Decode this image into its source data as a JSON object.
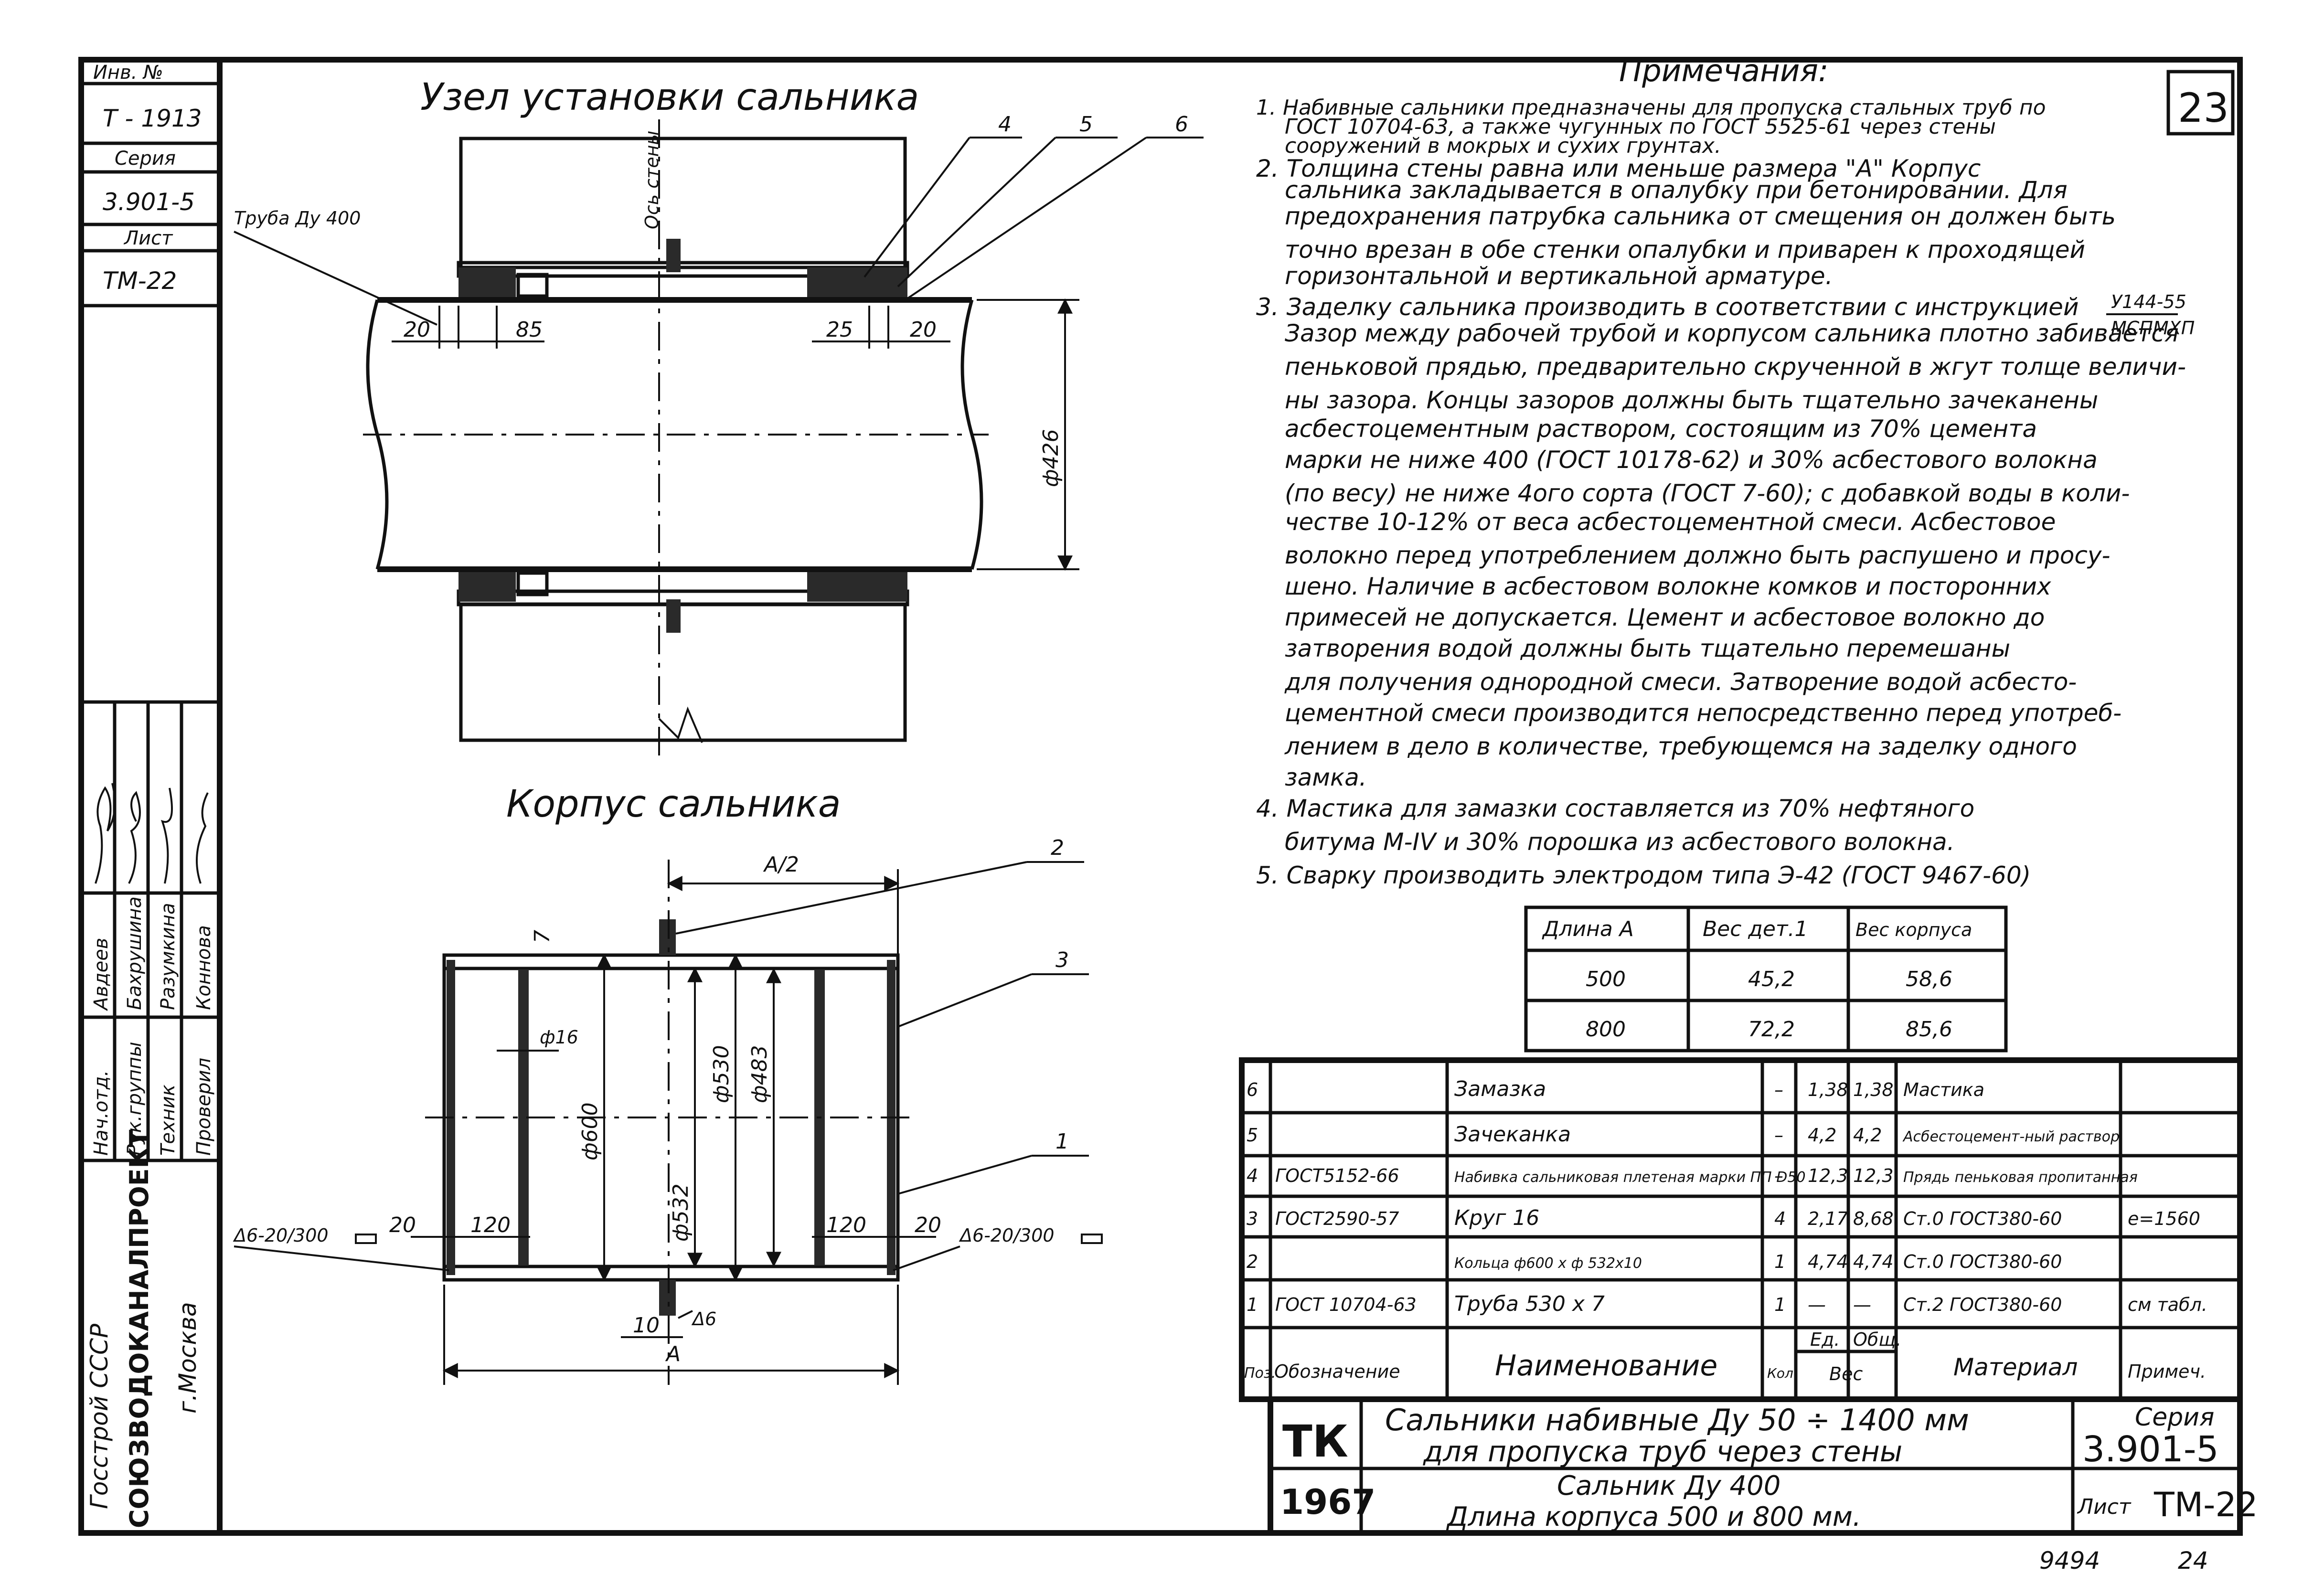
{
  "side_stamp": {
    "inv_label": "Инв. №",
    "inv_value": "Т - 1913",
    "series_label": "Серия",
    "series_value": "3.901-5",
    "sheet_label": "Лист",
    "sheet_value": "ТМ-22",
    "roles": [
      "Нач.отд.",
      "Рук.группы",
      "Техник",
      "Проверил"
    ],
    "names": [
      "Авдеев",
      "Бахрушина",
      "Разумкина",
      "Коннова"
    ],
    "org_line1": "Госстрой СССР",
    "org_line2": "СОЮЗВОДОКАНАЛПРОЕКТ",
    "org_line3": "г.Москва"
  },
  "drawing_top": {
    "title": "Узел установки сальника",
    "pipe_label": "Труба Ду 400",
    "wall_axis_label": "Ось стены",
    "callouts": [
      "4",
      "5",
      "6"
    ],
    "dims": [
      "20",
      "85",
      "25",
      "20"
    ],
    "diameter": "ф426"
  },
  "drawing_bottom": {
    "title": "Корпус сальника",
    "dim_A_half": "А/2",
    "dim_A": "А",
    "dim_7": "7",
    "dim_phi16": "ф16",
    "dim_phi600": "ф600",
    "dim_phi530": "ф530",
    "dim_phi532": "ф532",
    "dim_phi483": "ф483",
    "dims": [
      "20",
      "120",
      "120",
      "20",
      "10"
    ],
    "weld_left": "Δ6-20/300",
    "weld_right": "Δ6-20/300",
    "weld_bottom": "Δ6",
    "callouts": [
      "2",
      "3",
      "1"
    ]
  },
  "notes": {
    "heading": "Примечания:",
    "lines": [
      "1. Набивные сальники предназначены для пропуска стальных труб по",
      "ГОСТ 10704-63, а также чугунных по ГОСТ 5525-61 через стены",
      "сооружений в мокрых и сухих грунтах.",
      "2. Толщина стены равна или меньше размера \"А\" Корпус",
      "сальника закладывается в опалубку при бетонировании. Для",
      "предохранения патрубка сальника от смещения он должен быть",
      "точно врезан в обе стенки опалубки и приварен к проходящей",
      "горизонтальной и вертикальной арматуре.",
      "3. Заделку сальника производить в соответствии с инструкцией",
      "Зазор между рабочей трубой и корпусом сальника плотно забивается",
      "пеньковой прядью, предварительно скрученной в жгут толще величи-",
      "ны зазора. Концы зазоров должны быть тщательно зачеканены",
      "асбестоцементным раствором, состоящим из 70% цемента",
      "марки не ниже 400 (ГОСТ 10178-62) и 30% асбестового волокна",
      "(по весу) не ниже 4ого сорта (ГОСТ 7-60); с добавкой воды в коли-",
      "честве 10-12% от веса асбестоцементной смеси. Асбестовое",
      "волокно перед употреблением должно быть распушено и просу-",
      "шено. Наличие в асбестовом волокне комков и посторонних",
      "примесей не допускается. Цемент и асбестовое волокно до",
      "затворения водой должны быть тщательно перемешаны",
      "для получения однородной смеси. Затворение водой асбесто-",
      "цементной смеси производится непосредственно перед употреб-",
      "лением в дело в количестве, требующемся на заделку одного",
      "замка.",
      "4. Мастика для замазки составляется из 70% нефтяного",
      "битума М-IV и 30% порошка из асбестового волокна.",
      "5. Сварку производить электродом типа Э-42 (ГОСТ 9467-60)"
    ],
    "instruction_ref_top": "У144-55",
    "instruction_ref_bottom": "МСПМХП"
  },
  "weights_table": {
    "headers": [
      "Длина А",
      "Вес дет.1",
      "Вес корпуса"
    ],
    "rows": [
      [
        "500",
        "45,2",
        "58,6"
      ],
      [
        "800",
        "72,2",
        "85,6"
      ]
    ]
  },
  "spec_table": {
    "rows": [
      [
        "6",
        "",
        "Замазка",
        "–",
        "1,38",
        "1,38",
        "Мастика",
        ""
      ],
      [
        "5",
        "",
        "Зачеканка",
        "–",
        "4,2",
        "4,2",
        "Асбестоцемент-ный раствор",
        ""
      ],
      [
        "4",
        "ГОСТ5152-66",
        "Набивка сальниковая плетеная марки ПП D50",
        "–",
        "12,3",
        "12,3",
        "Прядь пеньковая пропитанная",
        ""
      ],
      [
        "3",
        "ГОСТ2590-57",
        "Круг 16",
        "4",
        "2,17",
        "8,68",
        "Ст.0 ГОСТ380-60",
        "е=1560"
      ],
      [
        "2",
        "",
        "Кольца ф600 х ф 532х10",
        "1",
        "4,74",
        "4,74",
        "Ст.0 ГОСТ380-60",
        ""
      ],
      [
        "1",
        "ГОСТ 10704-63",
        "Труба 530 х 7",
        "1",
        "—",
        "—",
        "Ст.2 ГОСТ380-60",
        "см табл."
      ]
    ],
    "header": [
      "Поз.",
      "Обозначение",
      "Наименование",
      "Кол.",
      "Ед.",
      "Общ.",
      "Материал",
      "Примеч."
    ],
    "weight_header": "Вес"
  },
  "title_block": {
    "tk": "ТК",
    "year": "1967",
    "line1": "Сальники набивные Ду 50 ÷ 1400 мм",
    "line2": "для пропуска труб через стены",
    "line3": "Сальник Ду 400",
    "line4": "Длина корпуса 500 и 800 мм.",
    "series_label": "Серия",
    "series_value": "3.901-5",
    "sheet_label": "Лист",
    "sheet_value": "ТМ-22"
  },
  "sheet_number": "23",
  "footer": {
    "left": "9494",
    "right": "24"
  }
}
